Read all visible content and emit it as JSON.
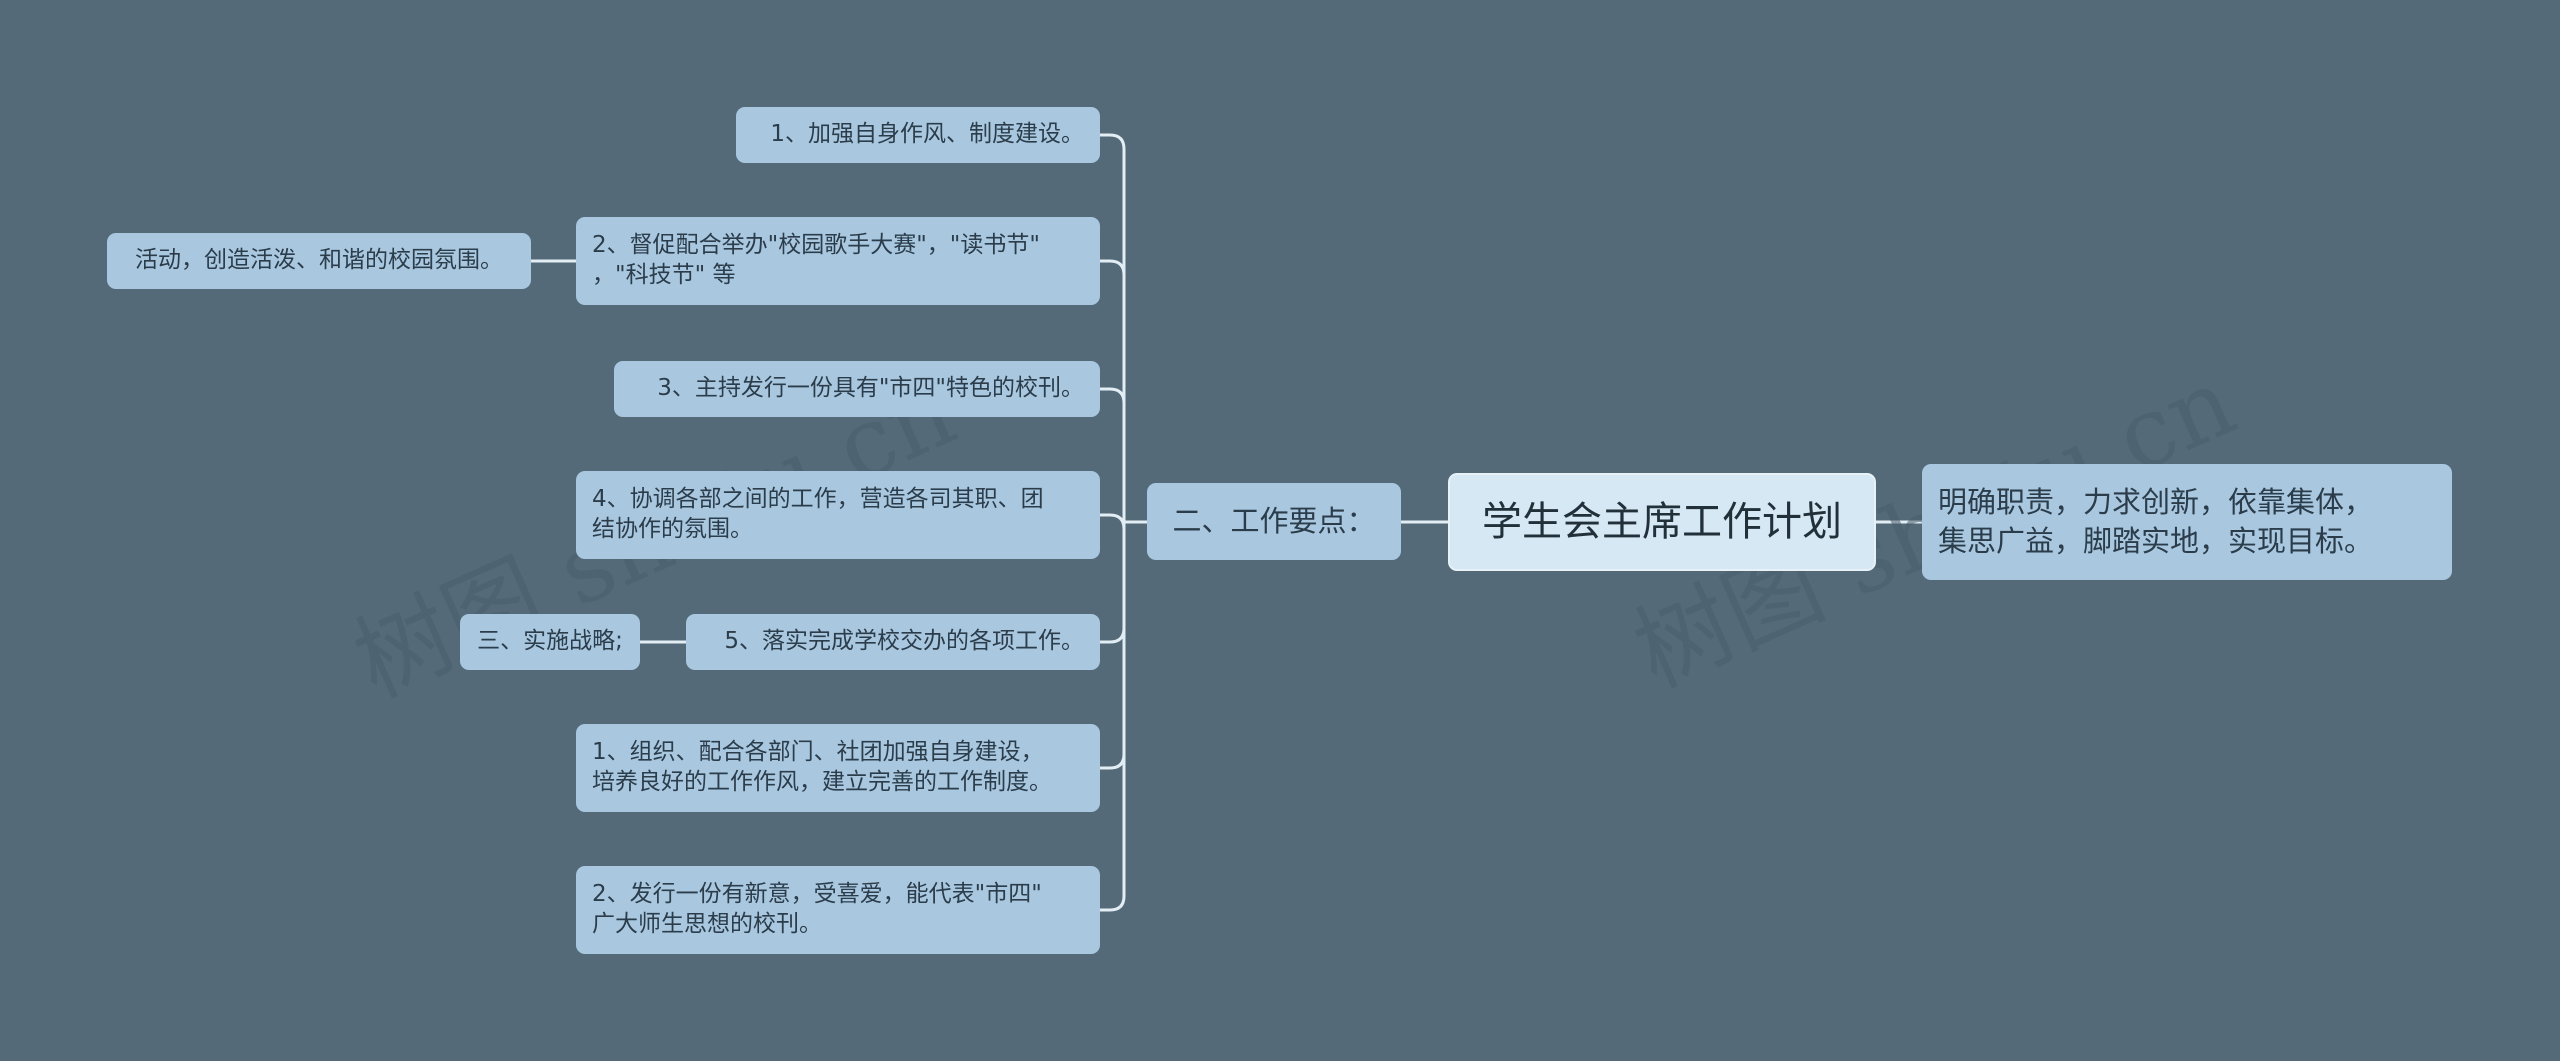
{
  "watermark": "树图 shutu.cn",
  "root": {
    "label": "学生会主席工作计划"
  },
  "right_node": {
    "lines": [
      "明确职责，力求创新，依靠集体，",
      "集思广益，脚踏实地，实现目标。"
    ]
  },
  "branch": {
    "label": "二、工作要点："
  },
  "items": [
    {
      "lines": [
        "1、加强自身作风、制度建设。"
      ]
    },
    {
      "lines": [
        "2、督促配合举办\"校园歌手大赛\"，\"读书节\"",
        "，\"科技节\" 等"
      ]
    },
    {
      "lines": [
        "3、主持发行一份具有\"市四\"特色的校刊。"
      ]
    },
    {
      "lines": [
        "4、协调各部之间的工作，营造各司其职、团",
        "结协作的氛围。"
      ]
    },
    {
      "lines": [
        "5、落实完成学校交办的各项工作。"
      ]
    },
    {
      "lines": [
        "1、组织、配合各部门、社团加强自身建设，",
        "培养良好的工作作风，建立完善的工作制度。"
      ]
    },
    {
      "lines": [
        "2、发行一份有新意，受喜爱，能代表\"市四\"",
        "广大师生思想的校刊。"
      ]
    }
  ],
  "sub_items": [
    {
      "parent": 1,
      "label": "活动，创造活泼、和谐的校园氛围。"
    },
    {
      "parent": 4,
      "label": "三、实施战略;"
    }
  ],
  "colors": {
    "background": "#546a79",
    "node": "#a9c8e0",
    "root": "#d5e8f4",
    "connector": "#e3edf4"
  }
}
